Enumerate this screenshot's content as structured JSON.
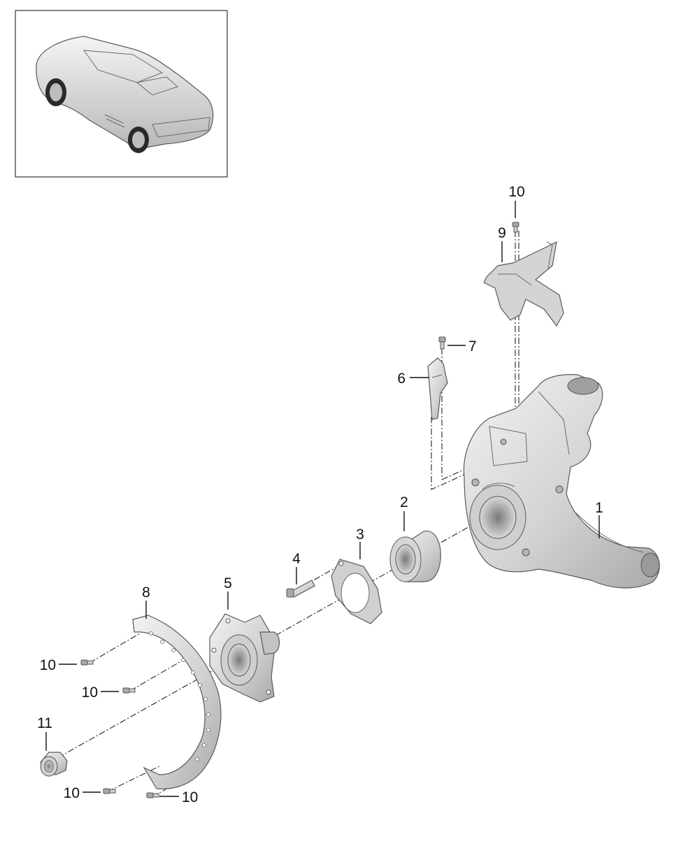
{
  "thumbnail": {
    "icon": "car-icon"
  },
  "parts": [
    {
      "id": "part-1",
      "label": "1",
      "icon": "wheel-carrier-icon"
    },
    {
      "id": "part-2",
      "label": "2",
      "icon": "wheel-bearing-icon"
    },
    {
      "id": "part-3",
      "label": "3",
      "icon": "cover-plate-icon"
    },
    {
      "id": "part-4",
      "label": "4",
      "icon": "bolt-icon"
    },
    {
      "id": "part-5",
      "label": "5",
      "icon": "wheel-hub-icon"
    },
    {
      "id": "part-6",
      "label": "6",
      "icon": "bracket-icon"
    },
    {
      "id": "part-7",
      "label": "7",
      "icon": "screw-icon"
    },
    {
      "id": "part-8",
      "label": "8",
      "icon": "splash-shield-icon"
    },
    {
      "id": "part-9",
      "label": "9",
      "icon": "holder-icon"
    },
    {
      "id": "part-10",
      "label": "10",
      "icon": "screw-icon"
    },
    {
      "id": "part-11",
      "label": "11",
      "icon": "collar-nut-icon"
    }
  ],
  "colors": {
    "line": "#111111",
    "part_fill": "#d9d9d9",
    "part_shade": "#bdbdbd",
    "frame": "#333333"
  }
}
